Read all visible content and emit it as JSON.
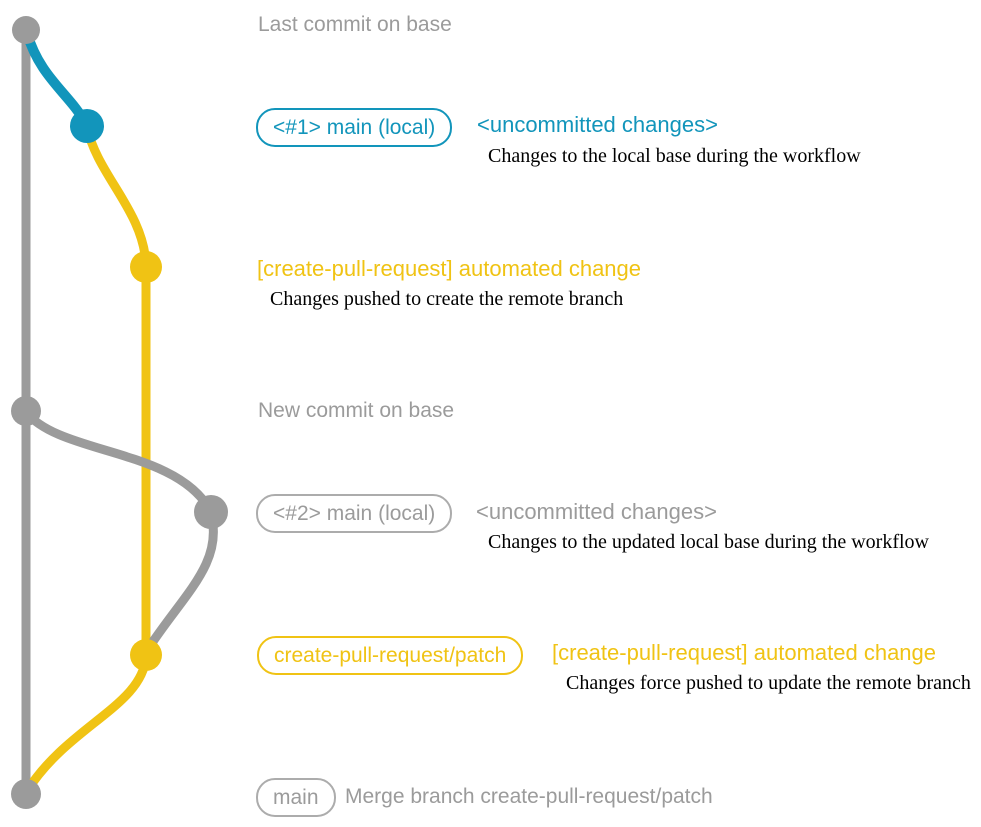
{
  "colors": {
    "teal": "#1295BB",
    "gold": "#F0C314",
    "gray": "#9B9B9B",
    "ink": "#000000",
    "bg": "#FFFFFF"
  },
  "graph": {
    "sections": {
      "top": {
        "label": "Last commit on base"
      },
      "uncommitted1": {
        "badge": "<#1> main (local)",
        "heading": "<uncommitted changes>",
        "desc": "Changes to the local base during the workflow"
      },
      "automated1": {
        "heading": "[create-pull-request] automated change",
        "desc": "Changes pushed to create the remote branch"
      },
      "newbase": {
        "label": "New commit on base"
      },
      "uncommitted2": {
        "badge": "<#2> main (local)",
        "heading": "<uncommitted changes>",
        "desc": "Changes to the updated local base during the workflow"
      },
      "automated2": {
        "badge": "create-pull-request/patch",
        "heading": "[create-pull-request] automated change",
        "desc": "Changes force pushed to update the remote branch"
      },
      "merge": {
        "badge": "main",
        "label": "Merge branch create-pull-request/patch"
      }
    }
  }
}
